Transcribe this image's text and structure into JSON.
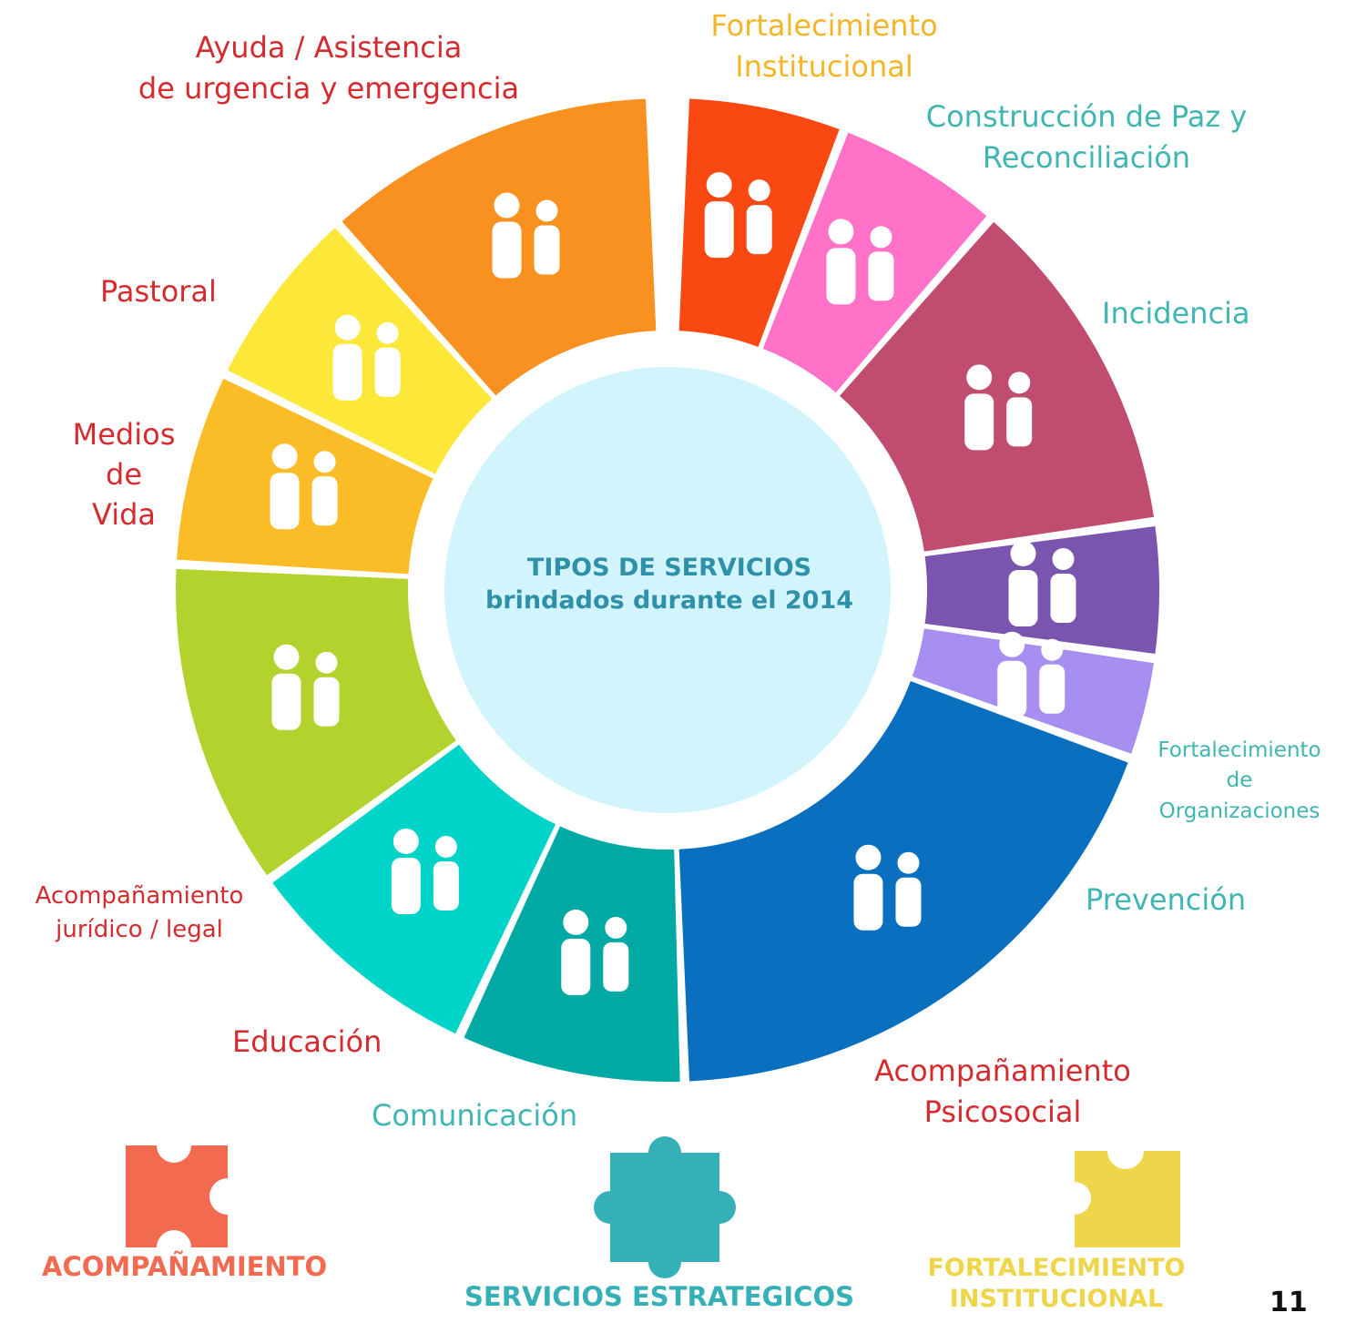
{
  "center": {
    "line1": "TIPOS DE SERVICIOS",
    "line2": "brindados durante el 2014"
  },
  "colors": {
    "accompaniment_label": "#d52b2f",
    "strategic_label": "#3fb6b2",
    "institutional_label": "#f4b628",
    "center_fill": "#d2f4fc",
    "center_text": "#2f91a9"
  },
  "segments": [
    {
      "name": "fortalecimiento-institucional",
      "color": "#fa4812",
      "icon": "people-group-icon"
    },
    {
      "name": "construccion-paz",
      "color": "#ff72c8",
      "icon": "tree-person-icon"
    },
    {
      "name": "incidencia",
      "color": "#c04d70",
      "icon": "two-people-chat-icon"
    },
    {
      "name": "fortalecimiento-organizaciones",
      "color": "#7a55af",
      "icon": "families-icon"
    },
    {
      "name": "prevencion",
      "color": "#a68ff0",
      "icon": "family-violence-icon"
    },
    {
      "name": "acompanamiento-psicosocial",
      "color": "#0a6fbe",
      "icon": "counseling-icon"
    },
    {
      "name": "comunicacion",
      "color": "#00a9a4",
      "icon": "satellite-dish-icon"
    },
    {
      "name": "educacion",
      "color": "#00d3c8",
      "icon": "graduate-icon"
    },
    {
      "name": "acompanamiento-juridico",
      "color": "#b4d22d",
      "icon": "migration-desk-icon"
    },
    {
      "name": "medios-vida",
      "color": "#fbbd27",
      "icon": "growth-chart-icon"
    },
    {
      "name": "pastoral",
      "color": "#fde83a",
      "icon": "handshake-icon"
    },
    {
      "name": "ayuda-asistencia",
      "color": "#f99120",
      "icon": "house-family-icon"
    }
  ],
  "labels": {
    "ayuda": [
      "Ayuda / Asistencia",
      "de urgencia y emergencia"
    ],
    "fortalecimiento_institucional": [
      "Fortalecimiento",
      "Institucional"
    ],
    "construccion": [
      "Construcción de Paz y",
      "Reconciliación"
    ],
    "incidencia": "Incidencia",
    "pastoral": "Pastoral",
    "medios": [
      "Medios",
      "de",
      "Vida"
    ],
    "fortalecimiento_org": [
      "Fortalecimiento",
      "de",
      "Organizaciones"
    ],
    "prevencion": "Prevención",
    "juridico": [
      "Acompañamiento",
      "jurídico / legal"
    ],
    "educacion": "Educación",
    "psicosocial": [
      "Acompañamiento",
      "Psicosocial"
    ],
    "comunicacion": "Comunicación"
  },
  "legend": [
    {
      "label": "ACOMPAÑAMIENTO",
      "color": "#f26a4f"
    },
    {
      "label": "SERVICIOS ESTRATEGICOS",
      "color": "#35b0b7"
    },
    {
      "label": "FORTALECIMIENTO INSTITUCIONAL",
      "label_line1": "FORTALECIMIENTO",
      "label_line2": "INSTITUCIONAL",
      "color": "#eed54a"
    }
  ],
  "page_number": "11"
}
